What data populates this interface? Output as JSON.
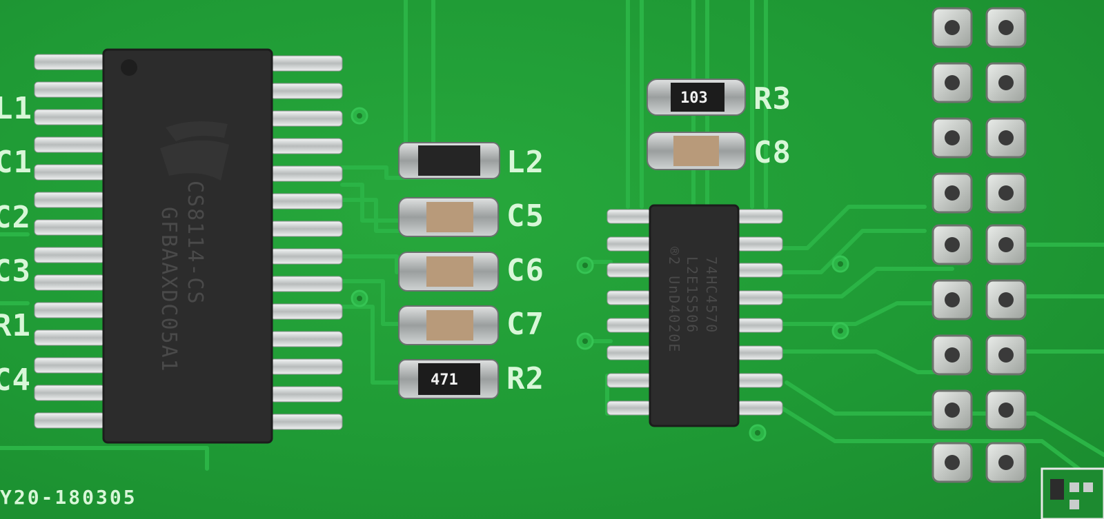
{
  "board": {
    "silkscreen_labels": {
      "l1": "L1",
      "c1": "C1",
      "c2": "C2",
      "c3": "C3",
      "r1": "R1",
      "c4": "C4",
      "l2": "L2",
      "c5": "C5",
      "c6": "C6",
      "c7": "C7",
      "r2": "R2",
      "r3": "R3",
      "c8": "C8"
    },
    "board_revision": "Y20-180305",
    "component_markings": {
      "r3_value": "103",
      "r2_value": "471",
      "ic_main_line1": "CS8114-CS",
      "ic_main_line2": "GFBAAXDC05A1",
      "ic_mux_line1": "74HC4570",
      "ic_mux_line2": "L2E1S506",
      "ic_mux_line3": "®2 UnD4020E"
    },
    "colors": {
      "solder_mask": "#1f9a35",
      "silkscreen": "#d8f7d8",
      "ic_body": "#2c2c2c",
      "tin_pad": "#c9cdcc",
      "ceramic_cap": "#b89a7a"
    }
  }
}
